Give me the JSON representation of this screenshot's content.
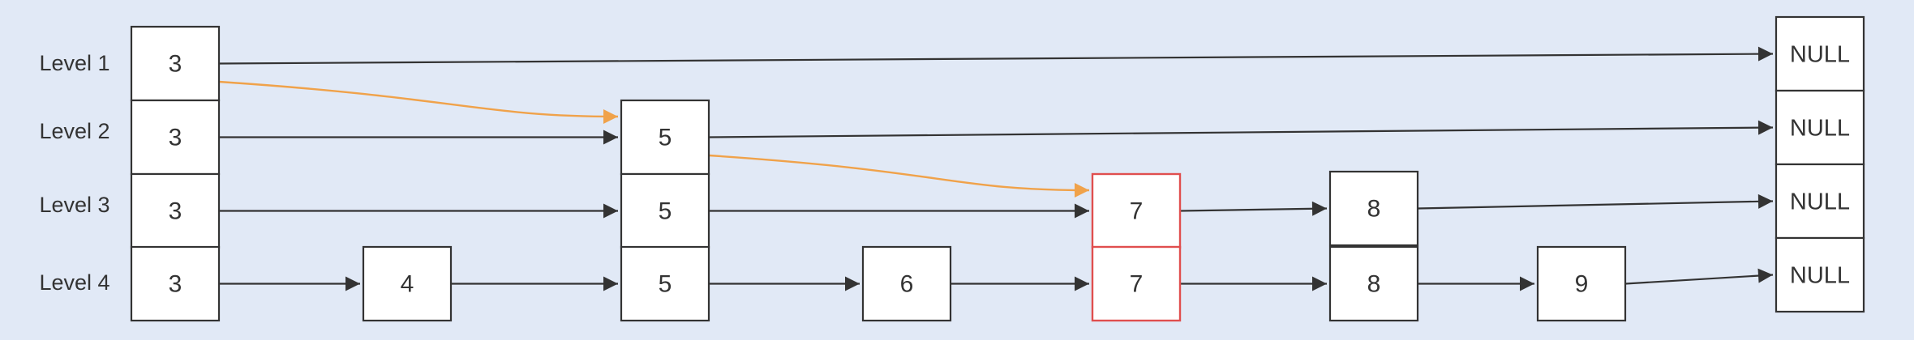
{
  "levels": [
    "Level 1",
    "Level 2",
    "Level 3",
    "Level 4"
  ],
  "nodes": [
    {
      "id": "h1",
      "label": "3",
      "level": 1,
      "col": "head",
      "highlight": false
    },
    {
      "id": "h2",
      "label": "3",
      "level": 2,
      "col": "head",
      "highlight": false
    },
    {
      "id": "h3",
      "label": "3",
      "level": 3,
      "col": "head",
      "highlight": false
    },
    {
      "id": "h4",
      "label": "3",
      "level": 4,
      "col": "head",
      "highlight": false
    },
    {
      "id": "n4_4",
      "label": "4",
      "level": 4,
      "col": "4",
      "highlight": false
    },
    {
      "id": "n5_2",
      "label": "5",
      "level": 2,
      "col": "5",
      "highlight": false
    },
    {
      "id": "n5_3",
      "label": "5",
      "level": 3,
      "col": "5",
      "highlight": false
    },
    {
      "id": "n5_4",
      "label": "5",
      "level": 4,
      "col": "5",
      "highlight": false
    },
    {
      "id": "n6_4",
      "label": "6",
      "level": 4,
      "col": "6",
      "highlight": false
    },
    {
      "id": "n7_3",
      "label": "7",
      "level": 3,
      "col": "7",
      "highlight": true
    },
    {
      "id": "n7_4",
      "label": "7",
      "level": 4,
      "col": "7",
      "highlight": true
    },
    {
      "id": "n8_3",
      "label": "8",
      "level": 3,
      "col": "8",
      "highlight": false
    },
    {
      "id": "n8_4",
      "label": "8",
      "level": 4,
      "col": "8",
      "highlight": false
    },
    {
      "id": "n9_4",
      "label": "9",
      "level": 4,
      "col": "9",
      "highlight": false
    },
    {
      "id": "null1",
      "label": "NULL",
      "level": 1,
      "col": "null",
      "highlight": false
    },
    {
      "id": "null2",
      "label": "NULL",
      "level": 2,
      "col": "null",
      "highlight": false
    },
    {
      "id": "null3",
      "label": "NULL",
      "level": 3,
      "col": "null",
      "highlight": false
    },
    {
      "id": "null4",
      "label": "NULL",
      "level": 4,
      "col": "null",
      "highlight": false
    }
  ],
  "links": [
    {
      "from": "h1",
      "to": "null1"
    },
    {
      "from": "h2",
      "to": "n5_2"
    },
    {
      "from": "n5_2",
      "to": "null2"
    },
    {
      "from": "h3",
      "to": "n5_3"
    },
    {
      "from": "n5_3",
      "to": "n7_3"
    },
    {
      "from": "n7_3",
      "to": "n8_3"
    },
    {
      "from": "n8_3",
      "to": "null3"
    },
    {
      "from": "h4",
      "to": "n4_4"
    },
    {
      "from": "n4_4",
      "to": "n5_4"
    },
    {
      "from": "n5_4",
      "to": "n6_4"
    },
    {
      "from": "n6_4",
      "to": "n7_4"
    },
    {
      "from": "n7_4",
      "to": "n8_4"
    },
    {
      "from": "n8_4",
      "to": "n9_4"
    },
    {
      "from": "n9_4",
      "to": "null4"
    }
  ],
  "search_path": [
    {
      "from": "h1",
      "to": "n5_2"
    },
    {
      "from": "n5_2",
      "to": "n7_3"
    }
  ],
  "colors": {
    "background": "#e1e9f6",
    "node_fill": "#ffffff",
    "node_stroke": "#333333",
    "highlight_stroke": "#e04e4e",
    "link": "#333333",
    "search_path": "#f0a24a",
    "text": "#333333"
  }
}
